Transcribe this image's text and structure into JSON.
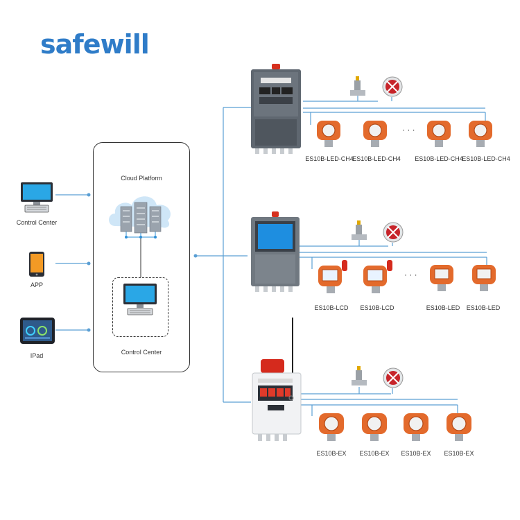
{
  "brand": {
    "logo_text": "safewill",
    "color": "#2f7cc8"
  },
  "left_clients": [
    {
      "label": "Control Center",
      "icon": "desktop-monitor-icon"
    },
    {
      "label": "APP",
      "icon": "smartphone-icon"
    },
    {
      "label": "IPad",
      "icon": "tablet-icon"
    }
  ],
  "cloud_box": {
    "cloud_label": "Cloud Platform",
    "center_label": "Control Center"
  },
  "rows": [
    {
      "detectors": [
        "ES10B-LED-CH4",
        "ES10B-LED-CH4",
        "ES10B-LED-CH4",
        "ES10B-LED-CH4"
      ],
      "ellipsis": "· · ·"
    },
    {
      "detectors": [
        "ES10B-LCD",
        "ES10B-LCD",
        "ES10B-LED",
        "ES10B-LED"
      ],
      "ellipsis": "· · ·"
    },
    {
      "detectors": [
        "ES10B-EX",
        "ES10B-EX",
        "ES10B-EX",
        "ES10B-EX"
      ]
    }
  ],
  "colors": {
    "line": "#5a9fd4",
    "detector": "#e36a2c",
    "panel": "#5f6770"
  }
}
